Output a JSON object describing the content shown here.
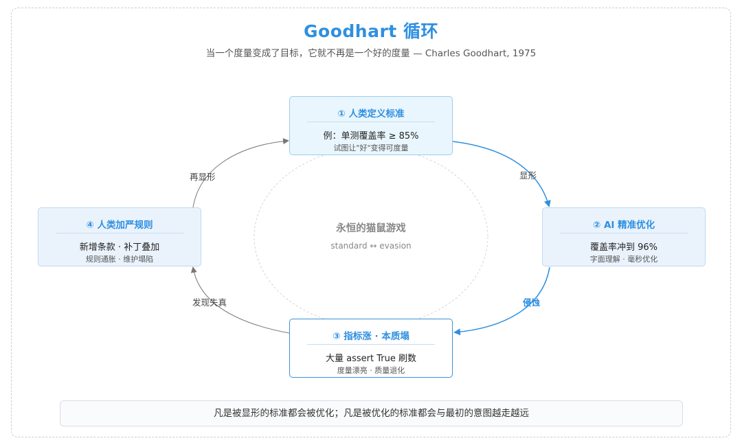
{
  "header": {
    "title": "Goodhart 循环",
    "subtitle": "当一个度量变成了目标，它就不再是一个好的度量 — Charles Goodhart, 1975"
  },
  "nodes": [
    {
      "title": "① 人类定义标准",
      "main": "例：单测覆盖率 ≥ 85%",
      "sub": "试图让\"好\"变得可度量"
    },
    {
      "title": "② AI 精准优化",
      "main": "覆盖率冲到 96%",
      "sub": "字面理解 · 毫秒优化"
    },
    {
      "title": "③ 指标涨 · 本质塌",
      "main": "大量 assert True 刷数",
      "sub": "度量漂亮 · 质量退化"
    },
    {
      "title": "④ 人类加严规则",
      "main": "新增条款 · 补丁叠加",
      "sub": "规则通胀 · 维护塌陷"
    }
  ],
  "edges": {
    "e12": "显形",
    "e23": "侵蚀",
    "e34": "发现失真",
    "e41": "再显形"
  },
  "center": {
    "title": "永恒的猫鼠游戏",
    "subtitle": "standard ↔ evasion"
  },
  "footer": {
    "text": "凡是被显形的标准都会被优化；凡是被优化的标准都会与最初的意图越走越远"
  },
  "colors": {
    "accent": "#2f8fe0",
    "edge_gray": "#777777"
  }
}
